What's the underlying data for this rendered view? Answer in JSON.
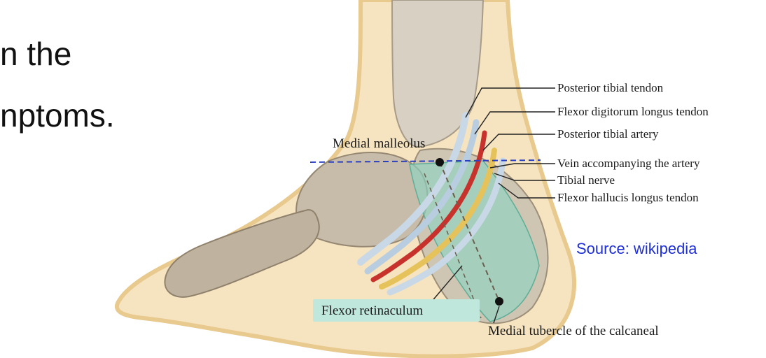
{
  "slide": {
    "line1": "n the",
    "line2": "nptoms."
  },
  "diagram": {
    "labels": {
      "posterior_tibial_tendon": "Posterior tibial tendon",
      "flexor_digitorum_longus_tendon": "Flexor digitorum longus tendon",
      "posterior_tibial_artery": "Posterior tibial artery",
      "vein_accompanying_artery": "Vein accompanying the artery",
      "tibial_nerve": "Tibial nerve",
      "flexor_hallucis_longus_tendon": "Flexor hallucis longus tendon",
      "medial_malleolus": "Medial malleolus",
      "flexor_retinaculum": "Flexor retinaculum",
      "medial_tubercle": "Medial tubercle of the calcaneal"
    },
    "source": "Source: wikipedia",
    "colors": {
      "skin": "#f4dcb0",
      "bone": "#c9bfae",
      "retinaculum": "#8fd3c1",
      "artery": "#c8322d",
      "nerve": "#e6c35a",
      "tendon": "#c9d8e6",
      "guide_line": "#2a3fbf",
      "source_text": "#1f2fd6"
    }
  }
}
